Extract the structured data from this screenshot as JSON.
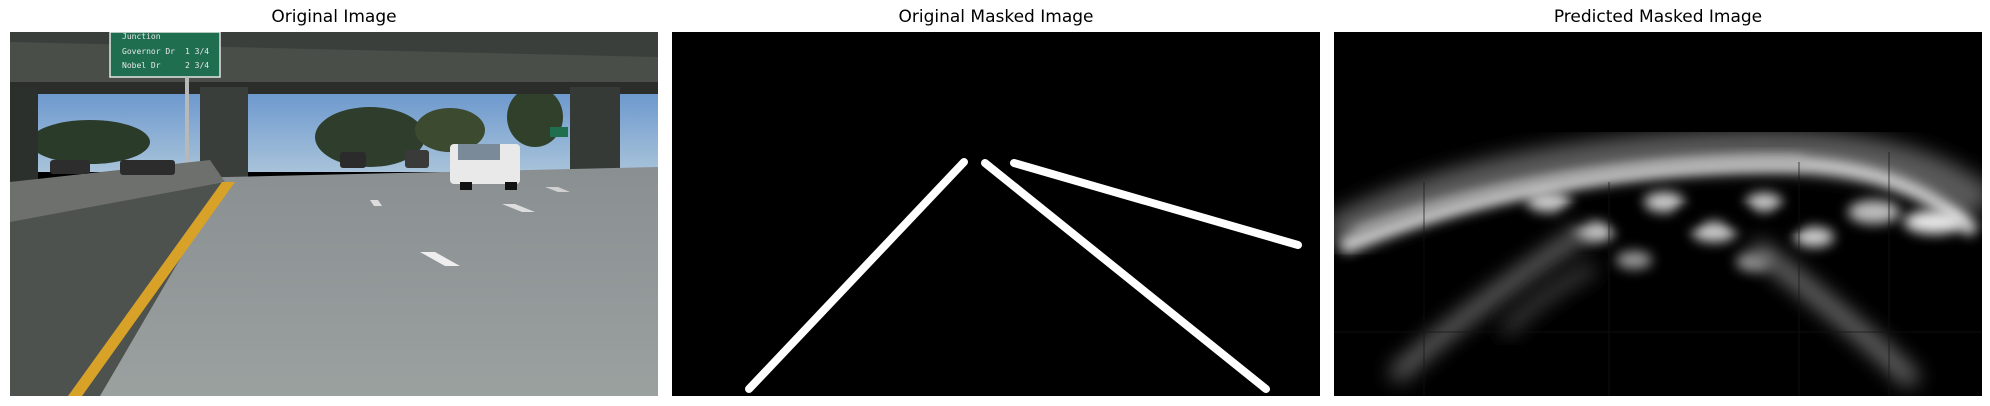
{
  "panels": [
    {
      "title": "Original Image"
    },
    {
      "title": "Original Masked Image"
    },
    {
      "title": "Predicted Masked Image"
    }
  ],
  "road_sign": {
    "lines": [
      "Junction",
      "Governor Dr",
      "Nobel Dr"
    ],
    "distances": [
      "",
      "1 3/4",
      "2 3/4"
    ],
    "color": "#1f6e4f"
  },
  "colors": {
    "mask_line": "#ffffff",
    "mask_background": "#000000",
    "lane_yellow": "#d7a227",
    "sky": "#5f8fc6"
  }
}
